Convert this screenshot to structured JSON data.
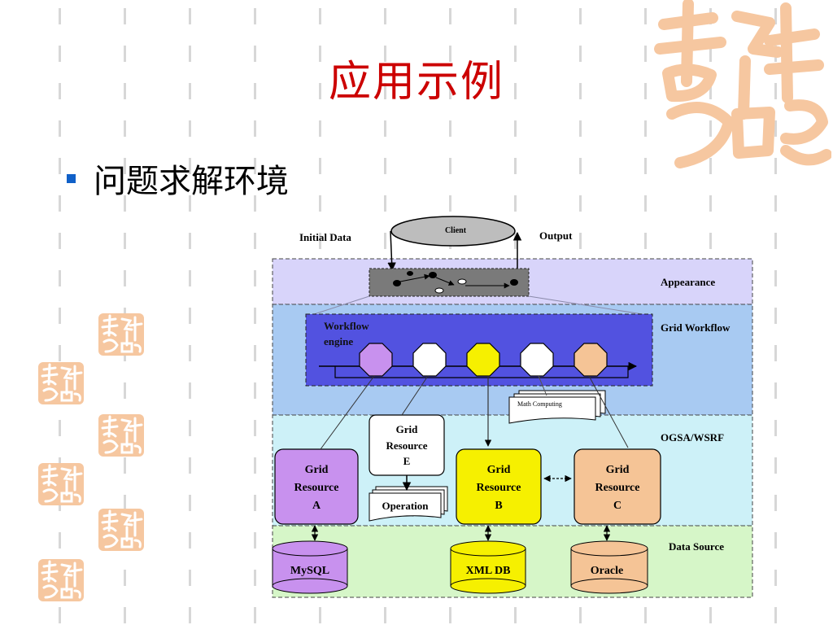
{
  "slide": {
    "title": "应用示例",
    "bullet": "问题求解环境"
  },
  "diagram": {
    "client": "Client",
    "initial_data": "Initial Data",
    "output": "Output",
    "layers": [
      "Appearance",
      "Grid Workflow",
      "OGSA/WSRF",
      "Data Source"
    ],
    "workflow_engine": [
      "Workflow",
      "engine"
    ],
    "math_computing": "Math Computing",
    "grid_resource_e": [
      "Grid",
      "Resource",
      "E"
    ],
    "operation": "Operation",
    "resource_a": [
      "Grid",
      "Resource",
      "A"
    ],
    "resource_b": [
      "Grid",
      "Resource",
      "B"
    ],
    "resource_c": [
      "Grid",
      "Resource",
      "C"
    ],
    "db_mysql": "MySQL",
    "db_xml": "XML DB",
    "db_oracle": "Oracle"
  },
  "colors": {
    "title": "#cc0000",
    "bullet": "#1060c8",
    "seal": "#f6c7a0",
    "appearance_band": "#d8d4fa",
    "workflow_band": "#a8caf2",
    "ogsa_band": "#cdf1f8",
    "datasource_band": "#d6f6c8",
    "workflow_engine": "#5252e0",
    "resource_a": "#c891ee",
    "resource_b": "#f6f000",
    "resource_c": "#f5c496"
  },
  "icons": [
    "bullet-square-icon",
    "seal-logo-icon"
  ]
}
